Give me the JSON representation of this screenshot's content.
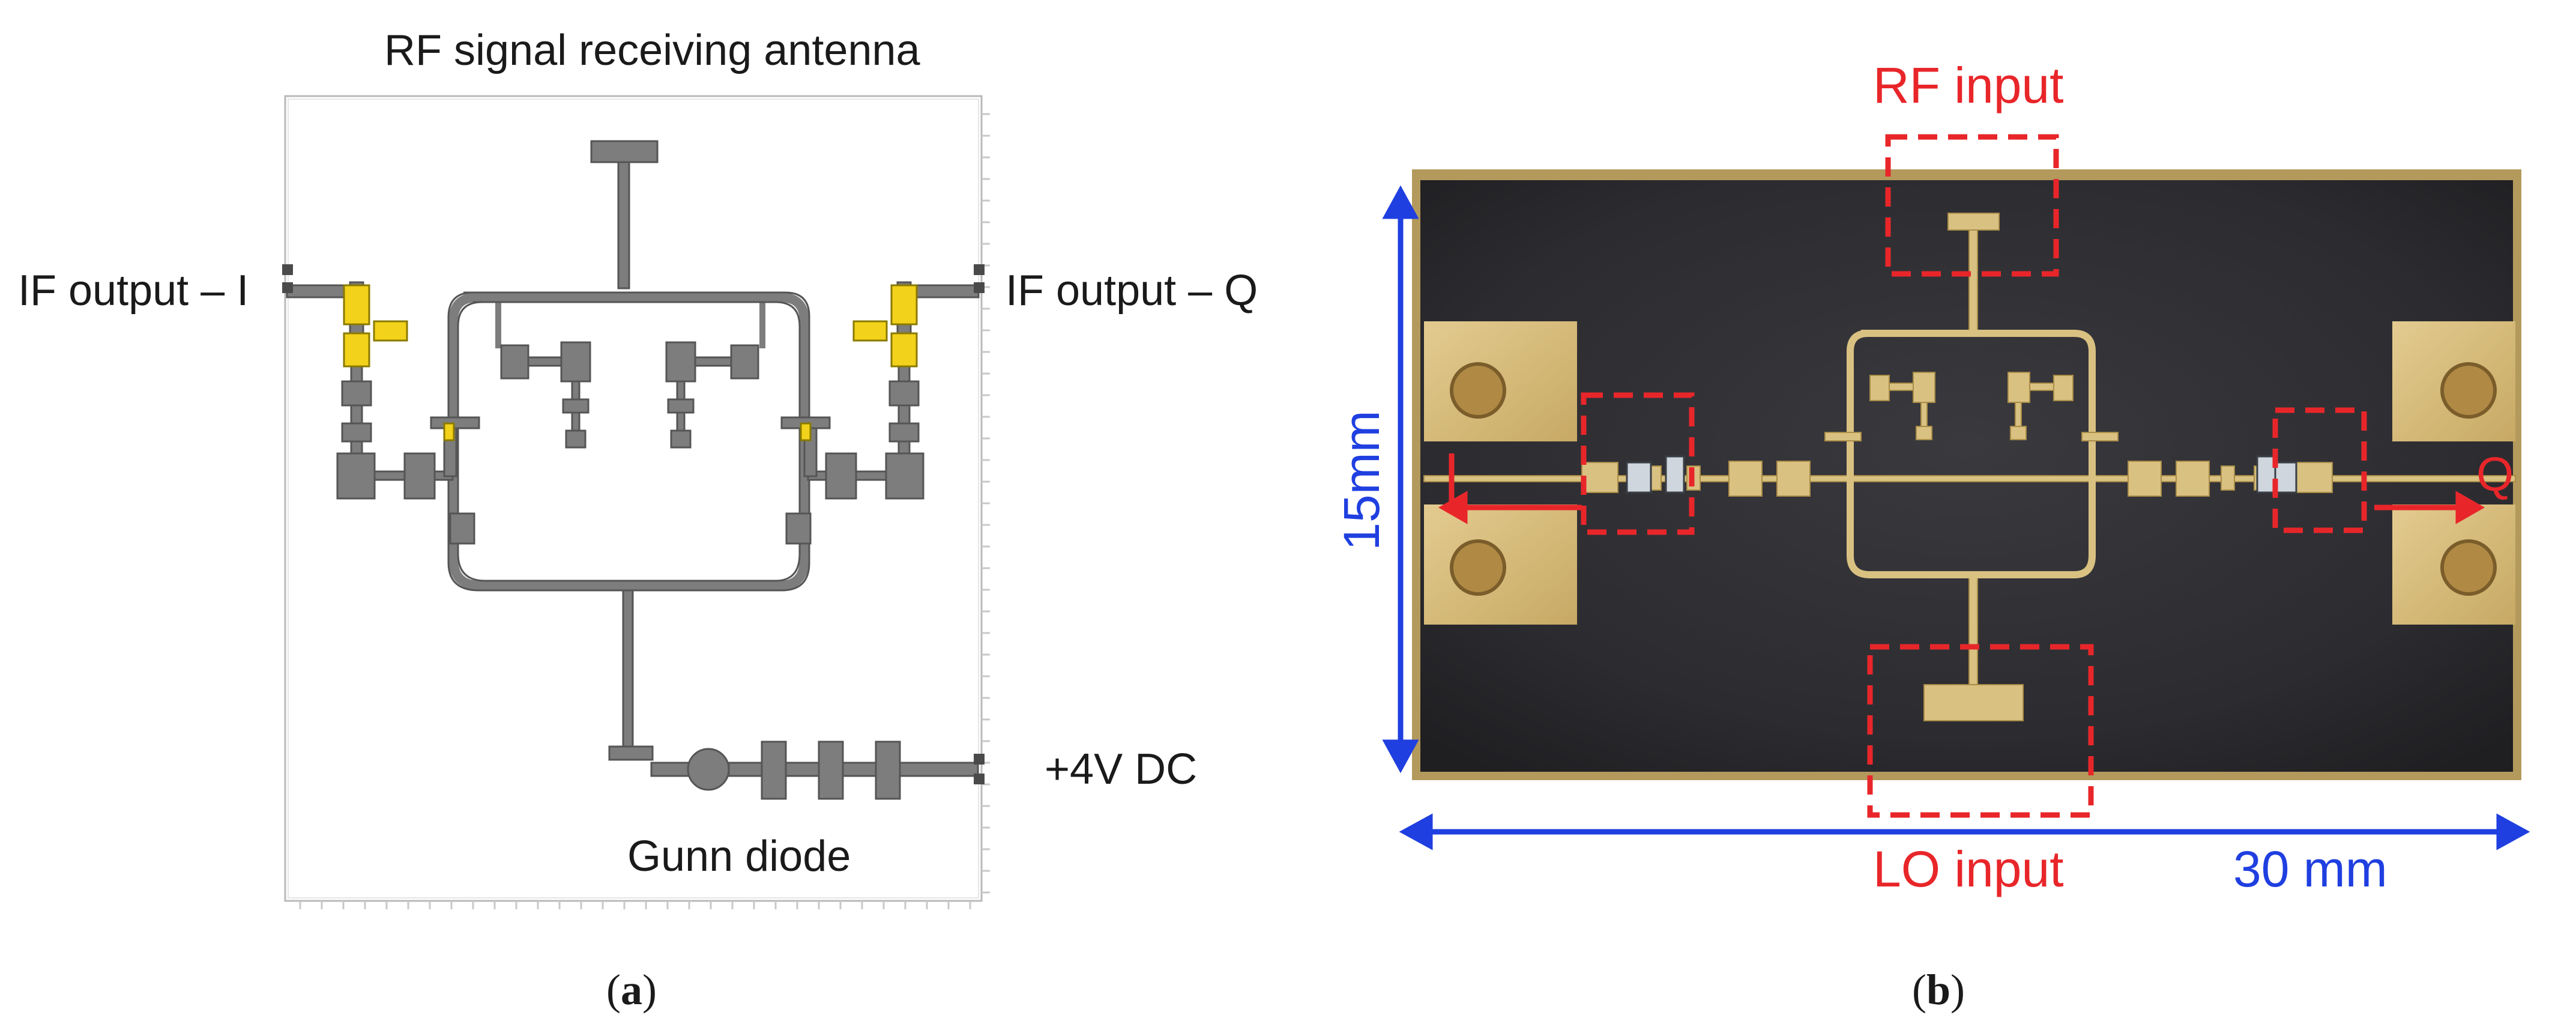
{
  "panel_a": {
    "title": "RF signal receiving antenna",
    "if_output_i": "IF output – I",
    "if_output_q": "IF output – Q",
    "dc_supply": "+4V DC",
    "gunn_diode": "Gunn diode",
    "caption_open": "(",
    "caption_letter": "a",
    "caption_close": ")"
  },
  "panel_b": {
    "rf_input": "RF input",
    "lo_input": "LO input",
    "height_dim": "15mm",
    "width_dim": "30 mm",
    "q_marker": "Q",
    "caption_open": "(",
    "caption_letter": "b",
    "caption_close": ")"
  },
  "colors": {
    "trace": "#7d7d7d",
    "trace_dark": "#555555",
    "chip": "#f2d21a",
    "board": "#2b2b2e",
    "pad": "#d6bb7e",
    "highlight": "#e8262a",
    "dimension": "#1f3fe0"
  }
}
